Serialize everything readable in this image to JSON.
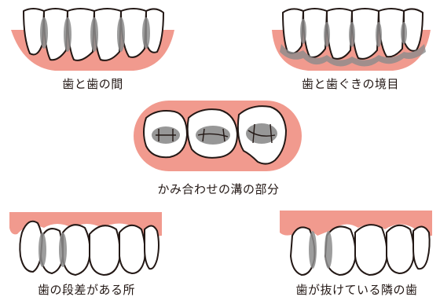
{
  "captions": {
    "top_left": "歯と歯の間",
    "top_right": "歯と歯ぐきの境目",
    "middle": "かみ合わせの溝の部分",
    "bottom_left": "歯の段差がある所",
    "bottom_right": "歯が抜けている隣の歯"
  },
  "colors": {
    "gum": "#f19a8e",
    "gum_light": "#f6b9ae",
    "tooth": "#ffffff",
    "outline": "#231815",
    "plaque": "#8c8c8c"
  }
}
